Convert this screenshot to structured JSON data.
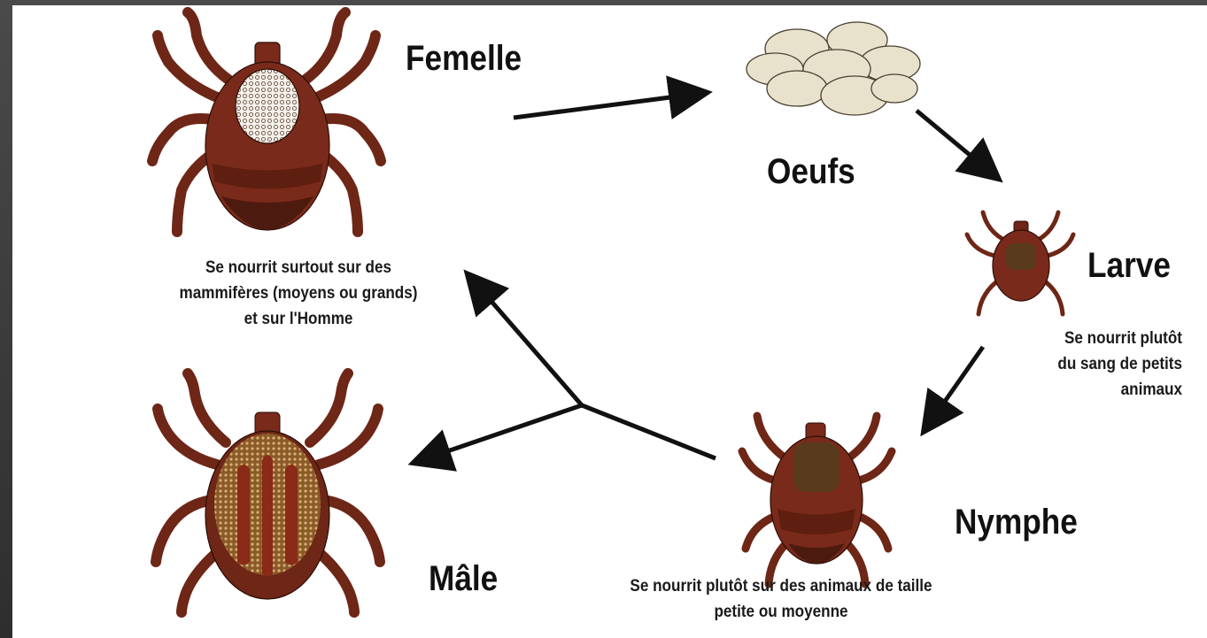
{
  "stages": {
    "female": "Femelle",
    "eggs": "Oeufs",
    "larva": "Larve",
    "nymph": "Nymphe",
    "male": "Mâle"
  },
  "notes": {
    "female": [
      "Se nourrit surtout sur des",
      "mammifères (moyens ou grands)",
      "et sur l'Homme"
    ],
    "larva": [
      "Se nourrit  plutôt",
      "du sang de petits",
      "animaux"
    ],
    "nymph": [
      "Se nourrit plutôt sur des animaux de taille",
      "petite ou moyenne"
    ]
  },
  "colors": {
    "body": "#7a2a1a",
    "body_dark": "#4d1a0f",
    "leg": "#6e2616",
    "scutum": "#5a3a1c",
    "egg": "#e8e2cc",
    "arrow": "#111111"
  }
}
